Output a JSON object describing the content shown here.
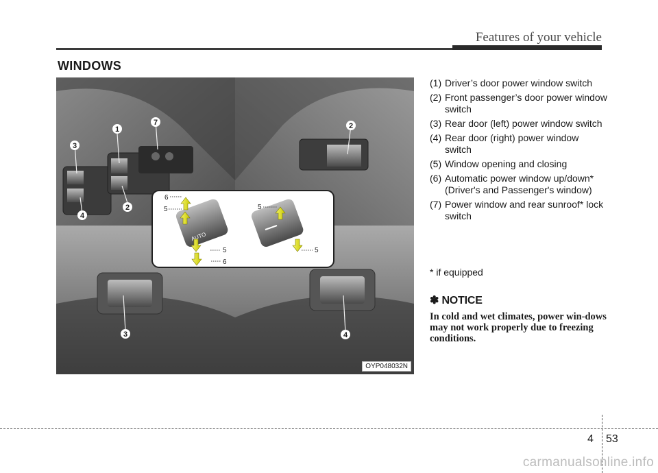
{
  "header": {
    "section_title": "Features of your vehicle"
  },
  "page": {
    "heading": "WINDOWS",
    "chapter": "4",
    "number": "53"
  },
  "figure": {
    "code": "OYP048032N",
    "callouts": [
      "1",
      "2",
      "3",
      "4",
      "7",
      "2",
      "3",
      "4"
    ],
    "inset_labels": [
      "6",
      "5",
      "5",
      "6",
      "5",
      "5"
    ],
    "switch_text": "AUTO"
  },
  "list": [
    {
      "num": "(1)",
      "text": "Driver’s door power window switch"
    },
    {
      "num": "(2)",
      "text": "Front passenger’s door power window switch"
    },
    {
      "num": "(3)",
      "text": "Rear door (left) power window switch"
    },
    {
      "num": "(4)",
      "text": "Rear door (right) power window switch"
    },
    {
      "num": "(5)",
      "text": "Window opening and closing"
    },
    {
      "num": "(6)",
      "text": "Automatic power window up/down* (Driver's and Passenger's window)"
    },
    {
      "num": "(7)",
      "text": "Power window and rear sunroof* lock switch"
    }
  ],
  "footnote": "* if equipped",
  "notice": {
    "title": "✽ NOTICE",
    "body": "In cold and wet climates, power win-dows may not work properly due to freezing conditions."
  },
  "watermark": "carmanualsonline.info"
}
